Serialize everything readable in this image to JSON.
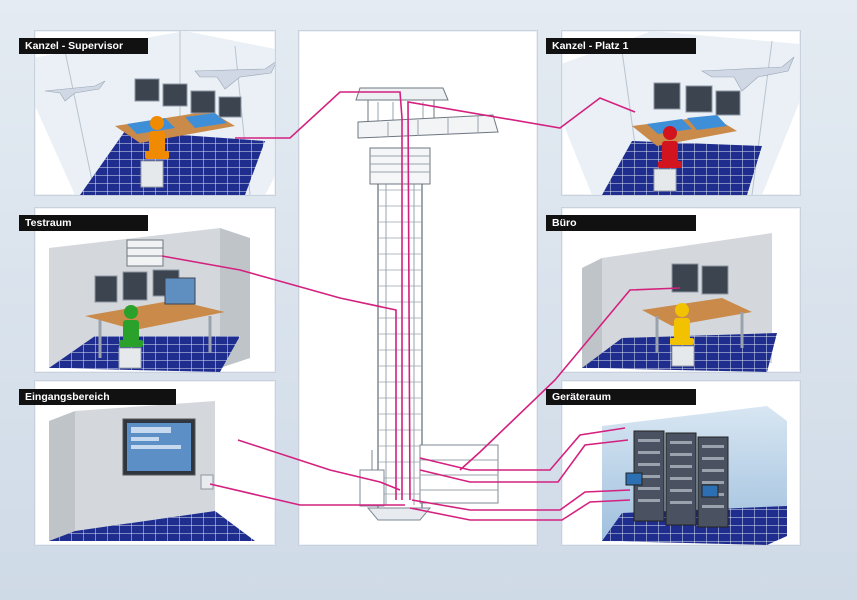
{
  "labels": {
    "kanzel_supervisor": "Kanzel - Supervisor",
    "testraum": "Testraum",
    "eingangsbereich": "Eingangsbereich",
    "kanzel_platz1": "Kanzel - Platz 1",
    "buero": "Büro",
    "geraeteraum": "Geräteraum"
  },
  "colors": {
    "background": "#d6e0ea",
    "panel": "#ffffff",
    "label_bg": "#111111",
    "label_text": "#ffffff",
    "connection": "#d4207f",
    "floor_grid": "#1e2c8c",
    "person_supervisor": "#f08a00",
    "person_platz1": "#d2141e",
    "person_testraum": "#2aa12a",
    "person_buero": "#f2c200"
  }
}
